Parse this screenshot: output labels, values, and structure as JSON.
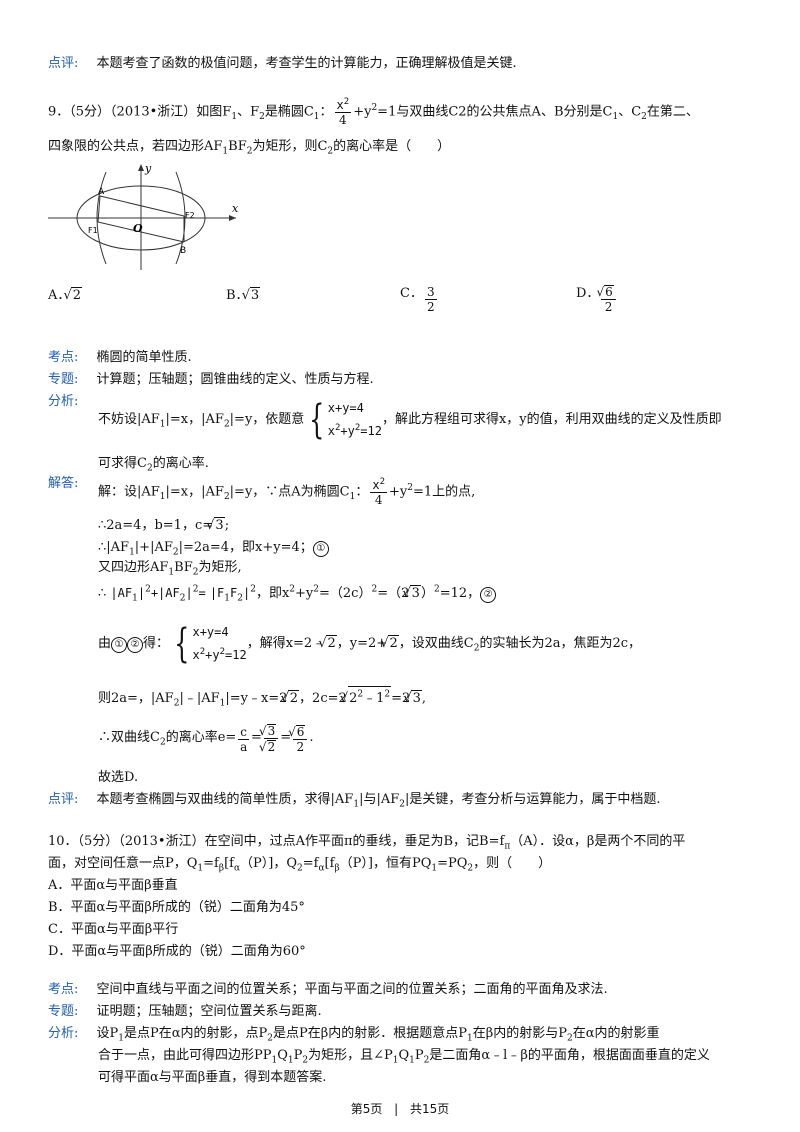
{
  "labels": {
    "pingping": "点评:",
    "kaodian": "考点:",
    "zhuanti": "专题:",
    "fenxi": "分析:",
    "jieda": "解答:"
  },
  "top_comment": "本题考查了函数的极值问题，考查学生的计算能力，正确理解极值是关键.",
  "q9": {
    "line1_a": "9．（5分）（2013•浙江）如图F",
    "line1_b": "、F",
    "line1_c": "是椭圆C",
    "line1_d": "：",
    "line1_e": "+y",
    "line1_f": "=1与双曲线C2的公共焦点A、B分别是C",
    "line1_g": "、C",
    "line1_h": "在第二、",
    "line2_a": "四象限的公共点，若四边形AF",
    "line2_b": "BF",
    "line2_c": "为矩形，则C",
    "line2_d": "的离心率是（　　）",
    "frac_num": "x",
    "frac_den": "4",
    "sub1": "1",
    "sub2": "2",
    "sup2": "2",
    "fig": {
      "y": "y",
      "x": "x",
      "A": "A",
      "B": "B",
      "O": "O",
      "F1": "F1",
      "F2": "F2"
    },
    "options": {
      "A_label": "A．",
      "A_val": "2",
      "B_label": "B．",
      "B_val": "3",
      "C_label": "C．",
      "C_num": "3",
      "C_den": "2",
      "D_label": "D．",
      "D_num": "6",
      "D_den": "2"
    }
  },
  "q9_kaodian": "椭圆的简单性质.",
  "q9_zhuanti": "计算题；压轴题；圆锥曲线的定义、性质与方程.",
  "q9_fenxi": {
    "pre": "不妨设|AF",
    "mid1": "|=x，|AF",
    "mid2": "|=y，依题意",
    "sys1": "x+y=4",
    "sys2": "x",
    "sys2b": "+y",
    "sys2c": "=12",
    "post": "，解此方程组可求得x，y的值，利用双曲线的定义及性质即",
    "line2a": "可求得C",
    "line2b": "的离心率."
  },
  "q9_jieda": {
    "l1a": "解：设|AF",
    "l1b": "|=x，|AF",
    "l1c": "|=y，∵点A为椭圆C",
    "l1d": "：",
    "l1e": "+y",
    "l1f": "=1上的点,",
    "l2": "∴2a=4，b=1，c=",
    "l2v": "3",
    "l2end": ";",
    "l3a": "∴|AF",
    "l3b": "|+|AF",
    "l3c": "|=2a=4，即x+y=4；",
    "c1": "①",
    "l4a": "又四边形AF",
    "l4b": "BF",
    "l4c": "为矩形,",
    "l5a": "∴",
    "l5b": "|AF",
    "l5c": "|",
    "l5d": "+",
    "l5e": "|AF",
    "l5f": "|",
    "l5g": "=",
    "l5h": "|F",
    "l5i": "F",
    "l5j": "|",
    "l5k": "，即x",
    "l5l": "+y",
    "l5m": "=（2c）",
    "l5n": "=",
    "l5o": "（2",
    "l5p": "3",
    "l5q": "）",
    "l5r": "=12，",
    "c2": "②",
    "l6a": "由",
    "l6b": "得：",
    "l6c": "，解得x=2﹣",
    "l6d": "2",
    "l6e": "，y=2+",
    "l6f": "2",
    "l6g": "，设双曲线C",
    "l6h": "的实轴长为2a，焦距为2c，",
    "l7a": "则2a=，|AF",
    "l7b": "|﹣|AF",
    "l7c": "|=y﹣x=2",
    "l7d": "2",
    "l7e": "，2c=2",
    "l7f": "2",
    "l7g": "﹣1",
    "l7h": "=2",
    "l7i": "3",
    "l7j": ",",
    "l8a": "∴双曲线C",
    "l8b": "的离心率e=",
    "l8c_num": "c",
    "l8c_den": "a",
    "l8d": "=",
    "l8e_num": "3",
    "l8e_den": "2",
    "l8f": "=",
    "l8g_num": "6",
    "l8g_den": "2",
    "l8h": ".",
    "l9": "故选D."
  },
  "q9_pingping": {
    "a": "本题考查椭圆与双曲线的简单性质，求得|AF",
    "b": "|与|AF",
    "c": "|是关键，考查分析与运算能力，属于中档题."
  },
  "q10": {
    "l1": "10．（5分）（2013•浙江）在空间中，过点A作平面π的垂线，垂足为B，记B=f",
    "l1sub": "π",
    "l1b": "（A）．设α，β是两个不同的平",
    "l2a": "面，对空间任意一点P，Q",
    "l2b": "=f",
    "l2c": "[f",
    "l2d": "（P）]，Q",
    "l2e": "=f",
    "l2f": "[f",
    "l2g": "（P）]，恒有PQ",
    "l2h": "=PQ",
    "l2i": "，则（　　）",
    "subA": "β",
    "subB": "α",
    "optA": "A．平面α与平面β垂直",
    "optB": "B．平面α与平面β所成的（锐）二面角为45°",
    "optC": "C．平面α与平面β平行",
    "optD": "D．平面α与平面β所成的（锐）二面角为60°"
  },
  "q10_kaodian": "空间中直线与平面之间的位置关系；平面与平面之间的位置关系；二面角的平面角及求法.",
  "q10_zhuanti": "证明题；压轴题；空间位置关系与距离.",
  "q10_fenxi": {
    "l1a": "设P",
    "l1b": "是点P在α内的射影，点P",
    "l1c": "是点P在β内的射影．根据题意点P",
    "l1d": "在β内的射影与P",
    "l1e": "在α内的射影重",
    "l2a": "合于一点，由此可得四边形PP",
    "l2b": "Q",
    "l2c": "P",
    "l2d": "为矩形，且∠P",
    "l2e": "Q",
    "l2f": "P",
    "l2g": "是二面角α﹣l﹣β的平面角，根据面面垂直的定义",
    "l3": "可得平面α与平面β垂直，得到本题答案."
  },
  "footer": {
    "page": "第5页",
    "sep": "|",
    "total": "共15页"
  }
}
